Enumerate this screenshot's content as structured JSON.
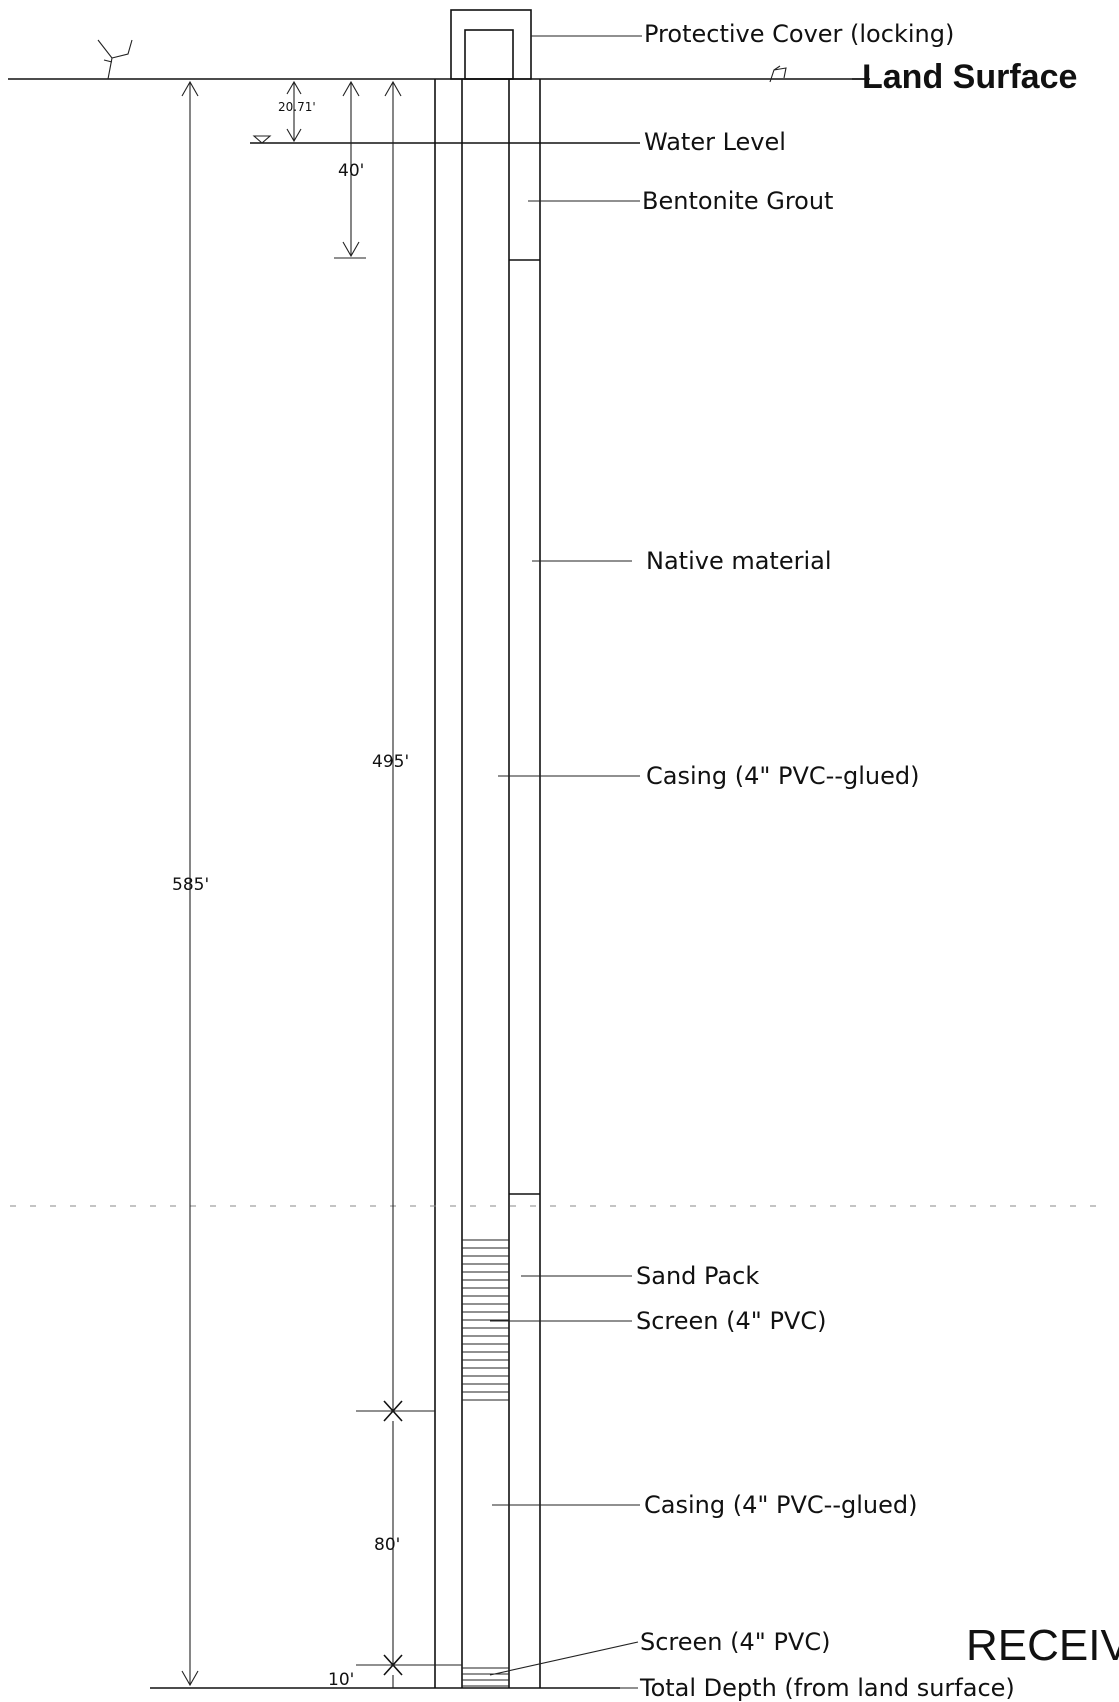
{
  "labels": {
    "protective_cover": "Protective Cover (locking)",
    "land_surface": "Land Surface",
    "water_level": "Water Level",
    "bentonite_grout": "Bentonite Grout",
    "native_material": "Native material",
    "casing_upper": "Casing (4\" PVC--glued)",
    "sand_pack": "Sand Pack",
    "screen_upper": "Screen (4\" PVC)",
    "casing_lower": "Casing (4\" PVC--glued)",
    "screen_lower": "Screen (4\" PVC)",
    "total_depth": "Total Depth (from land surface)"
  },
  "dimensions": {
    "water_level_depth": "20.71'",
    "grout_depth": "40'",
    "upper_casing_length": "495'",
    "total_depth": "585'",
    "lower_casing_length": "80'",
    "bottom_screen_length": "10'"
  },
  "stamp": {
    "text": "RECEIV"
  }
}
